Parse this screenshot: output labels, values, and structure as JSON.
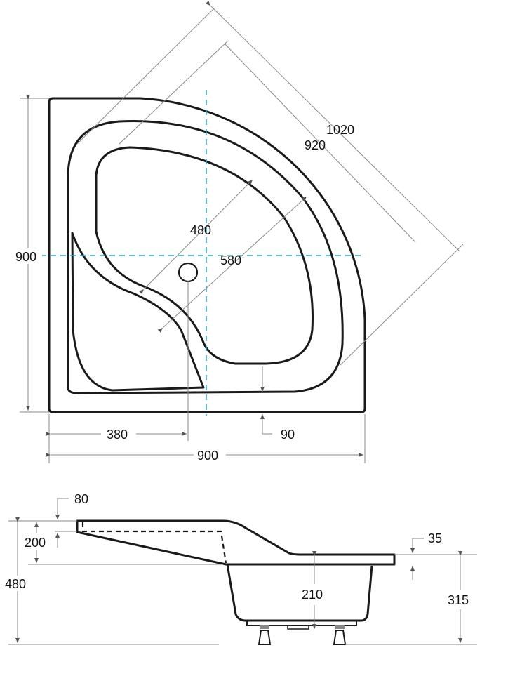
{
  "top_view": {
    "dimensions": {
      "diagonal_outer": "1020",
      "diagonal_inner": "920",
      "basin_480": "480",
      "basin_580": "580",
      "height_left": "900",
      "width_bottom": "900",
      "drain_offset": "380",
      "rim_offset": "90"
    },
    "axis_color": "#2aa7c9"
  },
  "side_view": {
    "dimensions": {
      "top_rim": "80",
      "seat_depth": "200",
      "total_height": "480",
      "right_rim": "35",
      "basin_depth": "210",
      "rim_height": "315"
    }
  }
}
